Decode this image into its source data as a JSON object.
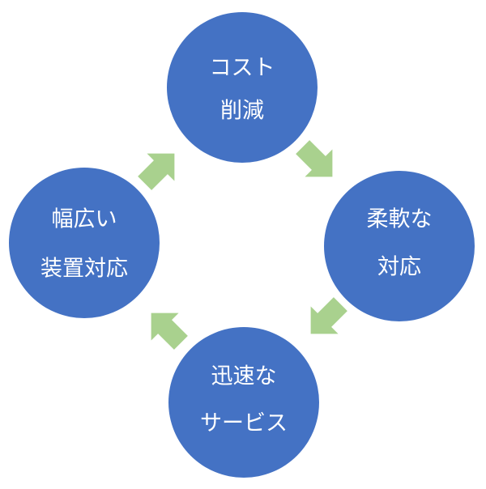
{
  "diagram": {
    "type": "cycle",
    "colors": {
      "node_fill": "#4472c4",
      "arrow_fill": "#a9d18e",
      "text": "#ffffff",
      "background": "#ffffff"
    },
    "nodes": [
      {
        "id": "top",
        "line1": "コスト",
        "line2": "削減"
      },
      {
        "id": "right",
        "line1": "柔軟な",
        "line2": "対応"
      },
      {
        "id": "bottom",
        "line1": "迅速な",
        "line2": "サービス"
      },
      {
        "id": "left",
        "line1": "幅広い",
        "line2": "装置対応"
      }
    ],
    "edges": [
      {
        "from": "top",
        "to": "right"
      },
      {
        "from": "right",
        "to": "bottom"
      },
      {
        "from": "bottom",
        "to": "left"
      },
      {
        "from": "left",
        "to": "top"
      }
    ]
  }
}
